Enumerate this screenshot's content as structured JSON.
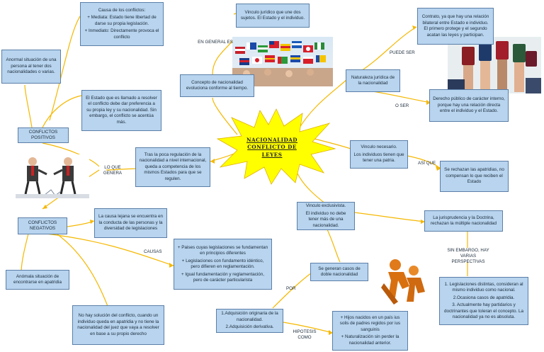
{
  "center": {
    "title": "NACIONALIDAD",
    "subtitle": "CONFLICTO DE LEYES"
  },
  "labels": {
    "en_general": "EN GENERAL ES",
    "puede_ser": "PUEDE SER",
    "o_ser": "O SER",
    "asi_que": "ASÍ QUE",
    "lo_que_genera": "LO QUE GENERA",
    "causas": "CAUSAS",
    "sin_embargo": "SIN EMBARGO, HAY VARIAS PERSPECTIVAS",
    "por": "POR",
    "hipotesis": "HIPOTESIS COMO"
  },
  "boxes": {
    "causa_conflictos": {
      "title": "Causa de los conflictos:",
      "item1": "+ Mediata: Estado tiene libertad de darse su propia legislación.",
      "item2": "+ Inmediato: Directamente provoca el conflicto"
    },
    "anormal": "Anormal situación de una persona al tener dos nacionalidades o varias.",
    "estado_llamado": "El Estado que es llamado a resolver el conflicto debe dar preferencia a su propia ley y su nacionalidad. Sin embargo, el conflicto se acentúa más.",
    "conflictos_positivos": "CONFLICTOS POSITIVOS",
    "vinculo_juridico": "Vinculo jurídico que une dos sujetos. El Estado y el individuo.",
    "concepto_evoluciona": "Concepto de nacionalidad evoluciona conforme al tiempo.",
    "contrato": "Contrato, ya que hay una relación bilateral entre Estado e individuo. El primero protege y el segundo acatan las leyes y participan.",
    "naturaleza": "Naturaleza jurídica de la nacionalidad",
    "derecho_publico": "Derecho público de carácter interno, porque hay una relación directa entre el individuo y el Estado.",
    "poca_regulacion": "Tras la poca regulación de la nacionalidad a nivel internacional, queda a competencia de los mismos Estados para que se regulen.",
    "vinculo_necesario": {
      "p1": "Vinculo necesario.",
      "p2": "Los individuos tienen que tener una patria."
    },
    "apatridias": "Se rechazan las apatridias, no compensan lo que reciben el Estado",
    "conflictos_negativos": "CONFLICTOS NEGATIVOS",
    "causa_lejana": "La causa lejana se encuentra en la conducta de las personas y la diversidad de legislaciones",
    "vinculo_exclusivista": {
      "p1": "Vinculo exclusivista.",
      "p2": "El individuo no debe tener más de una nacionalidad."
    },
    "jurisprudencia": "La jurisprudencia y la Doctrina, rechazan la múltiple nacionalidad",
    "paises": {
      "i1": "+ Paises cuyas legislaciones se fundamentan en principios diferentes",
      "i2": "+ Legislaciones con fundamento idéntico, pero difieren en reglamentación.",
      "i3": "+ Igual fundamentación y reglamentación, pero de carácter particularista"
    },
    "anomala": "Anómala situación de encontrarse en apatridia",
    "doble": "Se generan casos de doble nacionalidad",
    "perspectivas": {
      "p1": "1. Legislaciones distintas, consideran al mismo individuo como nacional.",
      "p2": "2.Ocasiona casos de apatridia.",
      "p3": "3. Actualmente hay partidarios y doctrinantes que toleran el concepto. La nacionalidad ya no es absoluta."
    },
    "adquisicion": {
      "p1": "1.Adquisición originaria de la nacionalidad.",
      "p2": "2.Adquisición derivativa."
    },
    "no_solucion": "No hay solución del conflicto, cuando un individuo queda en apatridia y no tiene la nacionalidad del juez que vaya a resolver en base a su propio derecho",
    "hijos": {
      "i1": "+ Hijos nacidos en un país ius solis de padres regidos por ius sanguinis",
      "i2": "+ Naturalización sin perder la nacionalidad anterior."
    }
  },
  "colors": {
    "box_fill": "#b8d4ee",
    "box_border": "#5b7fa8",
    "connector": "#f5b800",
    "burst": "#ffff00"
  }
}
